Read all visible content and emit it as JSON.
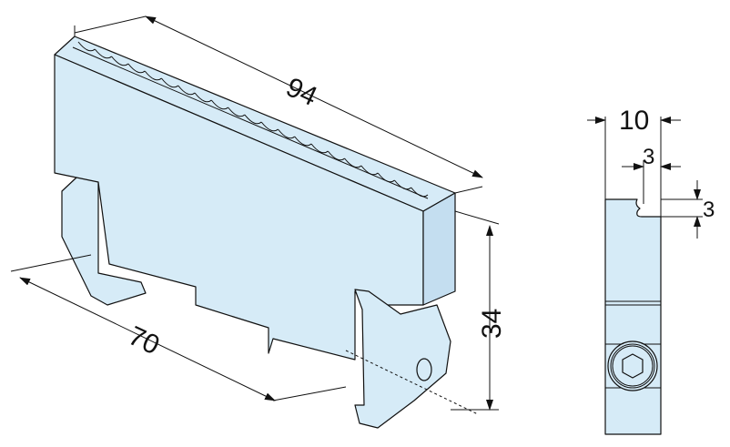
{
  "dimensions": {
    "length": "94",
    "depth": "70",
    "height": "34",
    "width": "10",
    "groove_width": "3",
    "groove_depth": "3"
  },
  "colors": {
    "part_fill": "#d6ebf7",
    "line": "#111111"
  }
}
